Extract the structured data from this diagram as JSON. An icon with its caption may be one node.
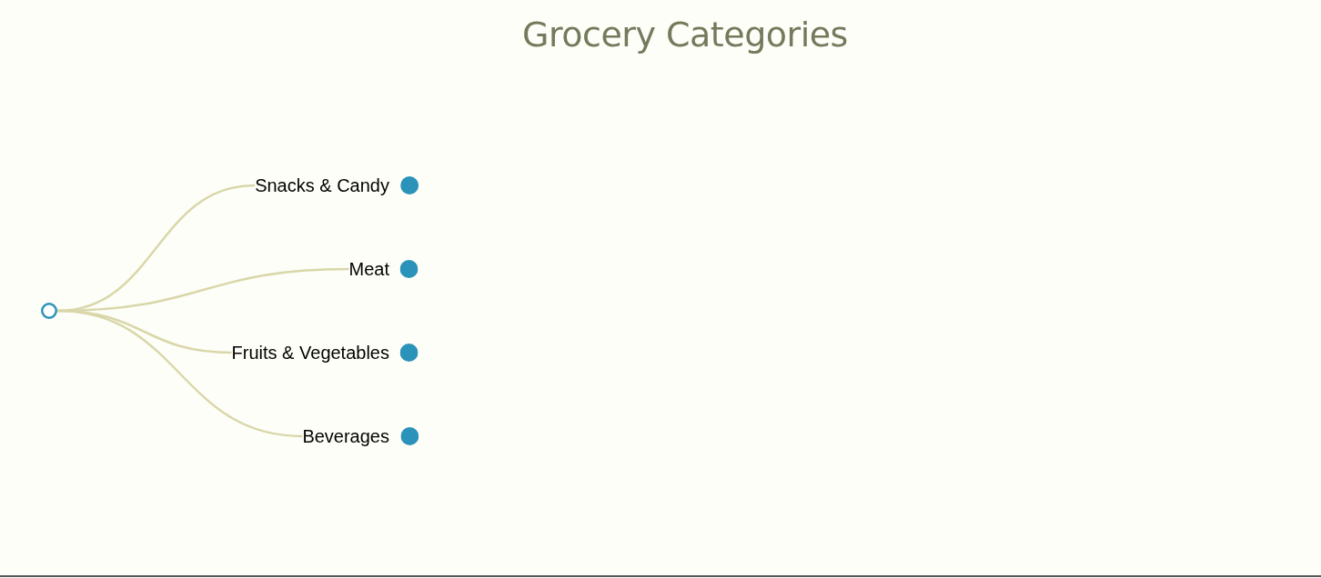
{
  "diagram": {
    "title": "Grocery Categories",
    "nodes": [
      {
        "text": [],
        "shape": "circle"
      },
      {
        "text": [
          "Snacks & Candy"
        ]
      },
      {
        "text": [
          "Meat"
        ]
      },
      {
        "text": [
          "Fruits & Vegetables"
        ]
      },
      {
        "text": [
          "Beverages"
        ]
      }
    ],
    "edges": [
      {
        "from": 0,
        "to": 1,
        "arrow": "none"
      },
      {
        "from": 0,
        "to": 2,
        "arrow": "none"
      },
      {
        "from": 0,
        "to": 3,
        "arrow": "none"
      },
      {
        "from": 0,
        "to": 4,
        "arrow": "none"
      }
    ]
  }
}
